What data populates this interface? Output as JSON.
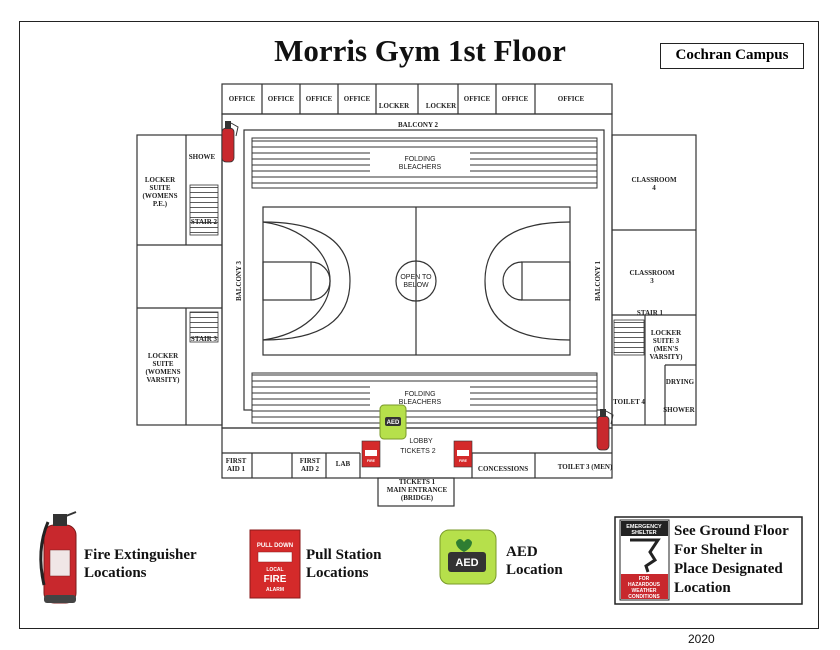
{
  "title": "Morris Gym 1st Floor",
  "campus": "Cochran Campus",
  "year": "2020",
  "colors": {
    "extinguisher": "#c8282d",
    "pull_station": "#d42a2a",
    "aed": "#b6e04b",
    "outline": "#222222"
  },
  "rooms": {
    "office": "OFFICE",
    "locker": "LOCKER",
    "balcony_2": "BALCONY 2",
    "balcony_3": "BALCONY 3",
    "balcony_1": "BALCONY 1",
    "shower_left": "SHOWE",
    "locker_suite_womens_pe_1": "LOCKER",
    "locker_suite_womens_pe_2": "SUITE",
    "locker_suite_womens_pe_3": "(WOMENS",
    "locker_suite_womens_pe_4": "P.E.)",
    "stair_2": "STAIR 2",
    "stair_3": "STAIR 3",
    "stair_1": "STAIR 1",
    "locker_suite_womens_varsity_1": "LOCKER",
    "locker_suite_womens_varsity_2": "SUITE",
    "locker_suite_womens_varsity_3": "(WOMENS",
    "locker_suite_womens_varsity_4": "VARSITY)",
    "classroom_4_a": "CLASSROOM",
    "classroom_4_b": "4",
    "classroom_3_a": "CLASSROOM",
    "classroom_3_b": "3",
    "locker_suite_3_1": "LOCKER",
    "locker_suite_3_2": "SUITE 3",
    "locker_suite_3_3": "(MEN'S",
    "locker_suite_3_4": "VARSITY)",
    "drying": "DRYING",
    "shower_right": "SHOWER",
    "toilet_4": "TOILET 4",
    "folding_bleachers_a": "FOLDING",
    "folding_bleachers_b": "BLEACHERS",
    "open_to_below_a": "OPEN TO",
    "open_to_below_b": "BELOW",
    "lobby": "LOBBY",
    "tickets_2": "TICKETS 2",
    "first_aid_1_a": "FIRST",
    "first_aid_1_b": "AID 1",
    "first_aid_2_a": "FIRST",
    "first_aid_2_b": "AID 2",
    "lab": "LAB",
    "concessions": "CONCESSIONS",
    "toilet_3": "TOILET 3 (MEN)",
    "tickets_1": "TICKETS 1",
    "main_entrance": "MAIN ENTRANCE",
    "bridge": "(BRIDGE)"
  },
  "devices": {
    "aed_label": "AED",
    "pull_down": "PULL DOWN",
    "local": "LOCAL",
    "fire": "FIRE",
    "alarm": "ALARM",
    "emergency_shelter_a": "EMERGENCY",
    "emergency_shelter_b": "SHELTER",
    "for_hazardous_a": "FOR",
    "for_hazardous_b": "HAZARDOUS",
    "for_hazardous_c": "WEATHER",
    "for_hazardous_d": "CONDITIONS"
  },
  "legend": {
    "extinguisher_1": "Fire Extinguisher",
    "extinguisher_2": "Locations",
    "pull_1": "Pull Station",
    "pull_2": "Locations",
    "aed_1": "AED",
    "aed_2": "Location",
    "shelter_1": "See Ground Floor",
    "shelter_2": "For Shelter in",
    "shelter_3": "Place Designated",
    "shelter_4": "Location"
  }
}
